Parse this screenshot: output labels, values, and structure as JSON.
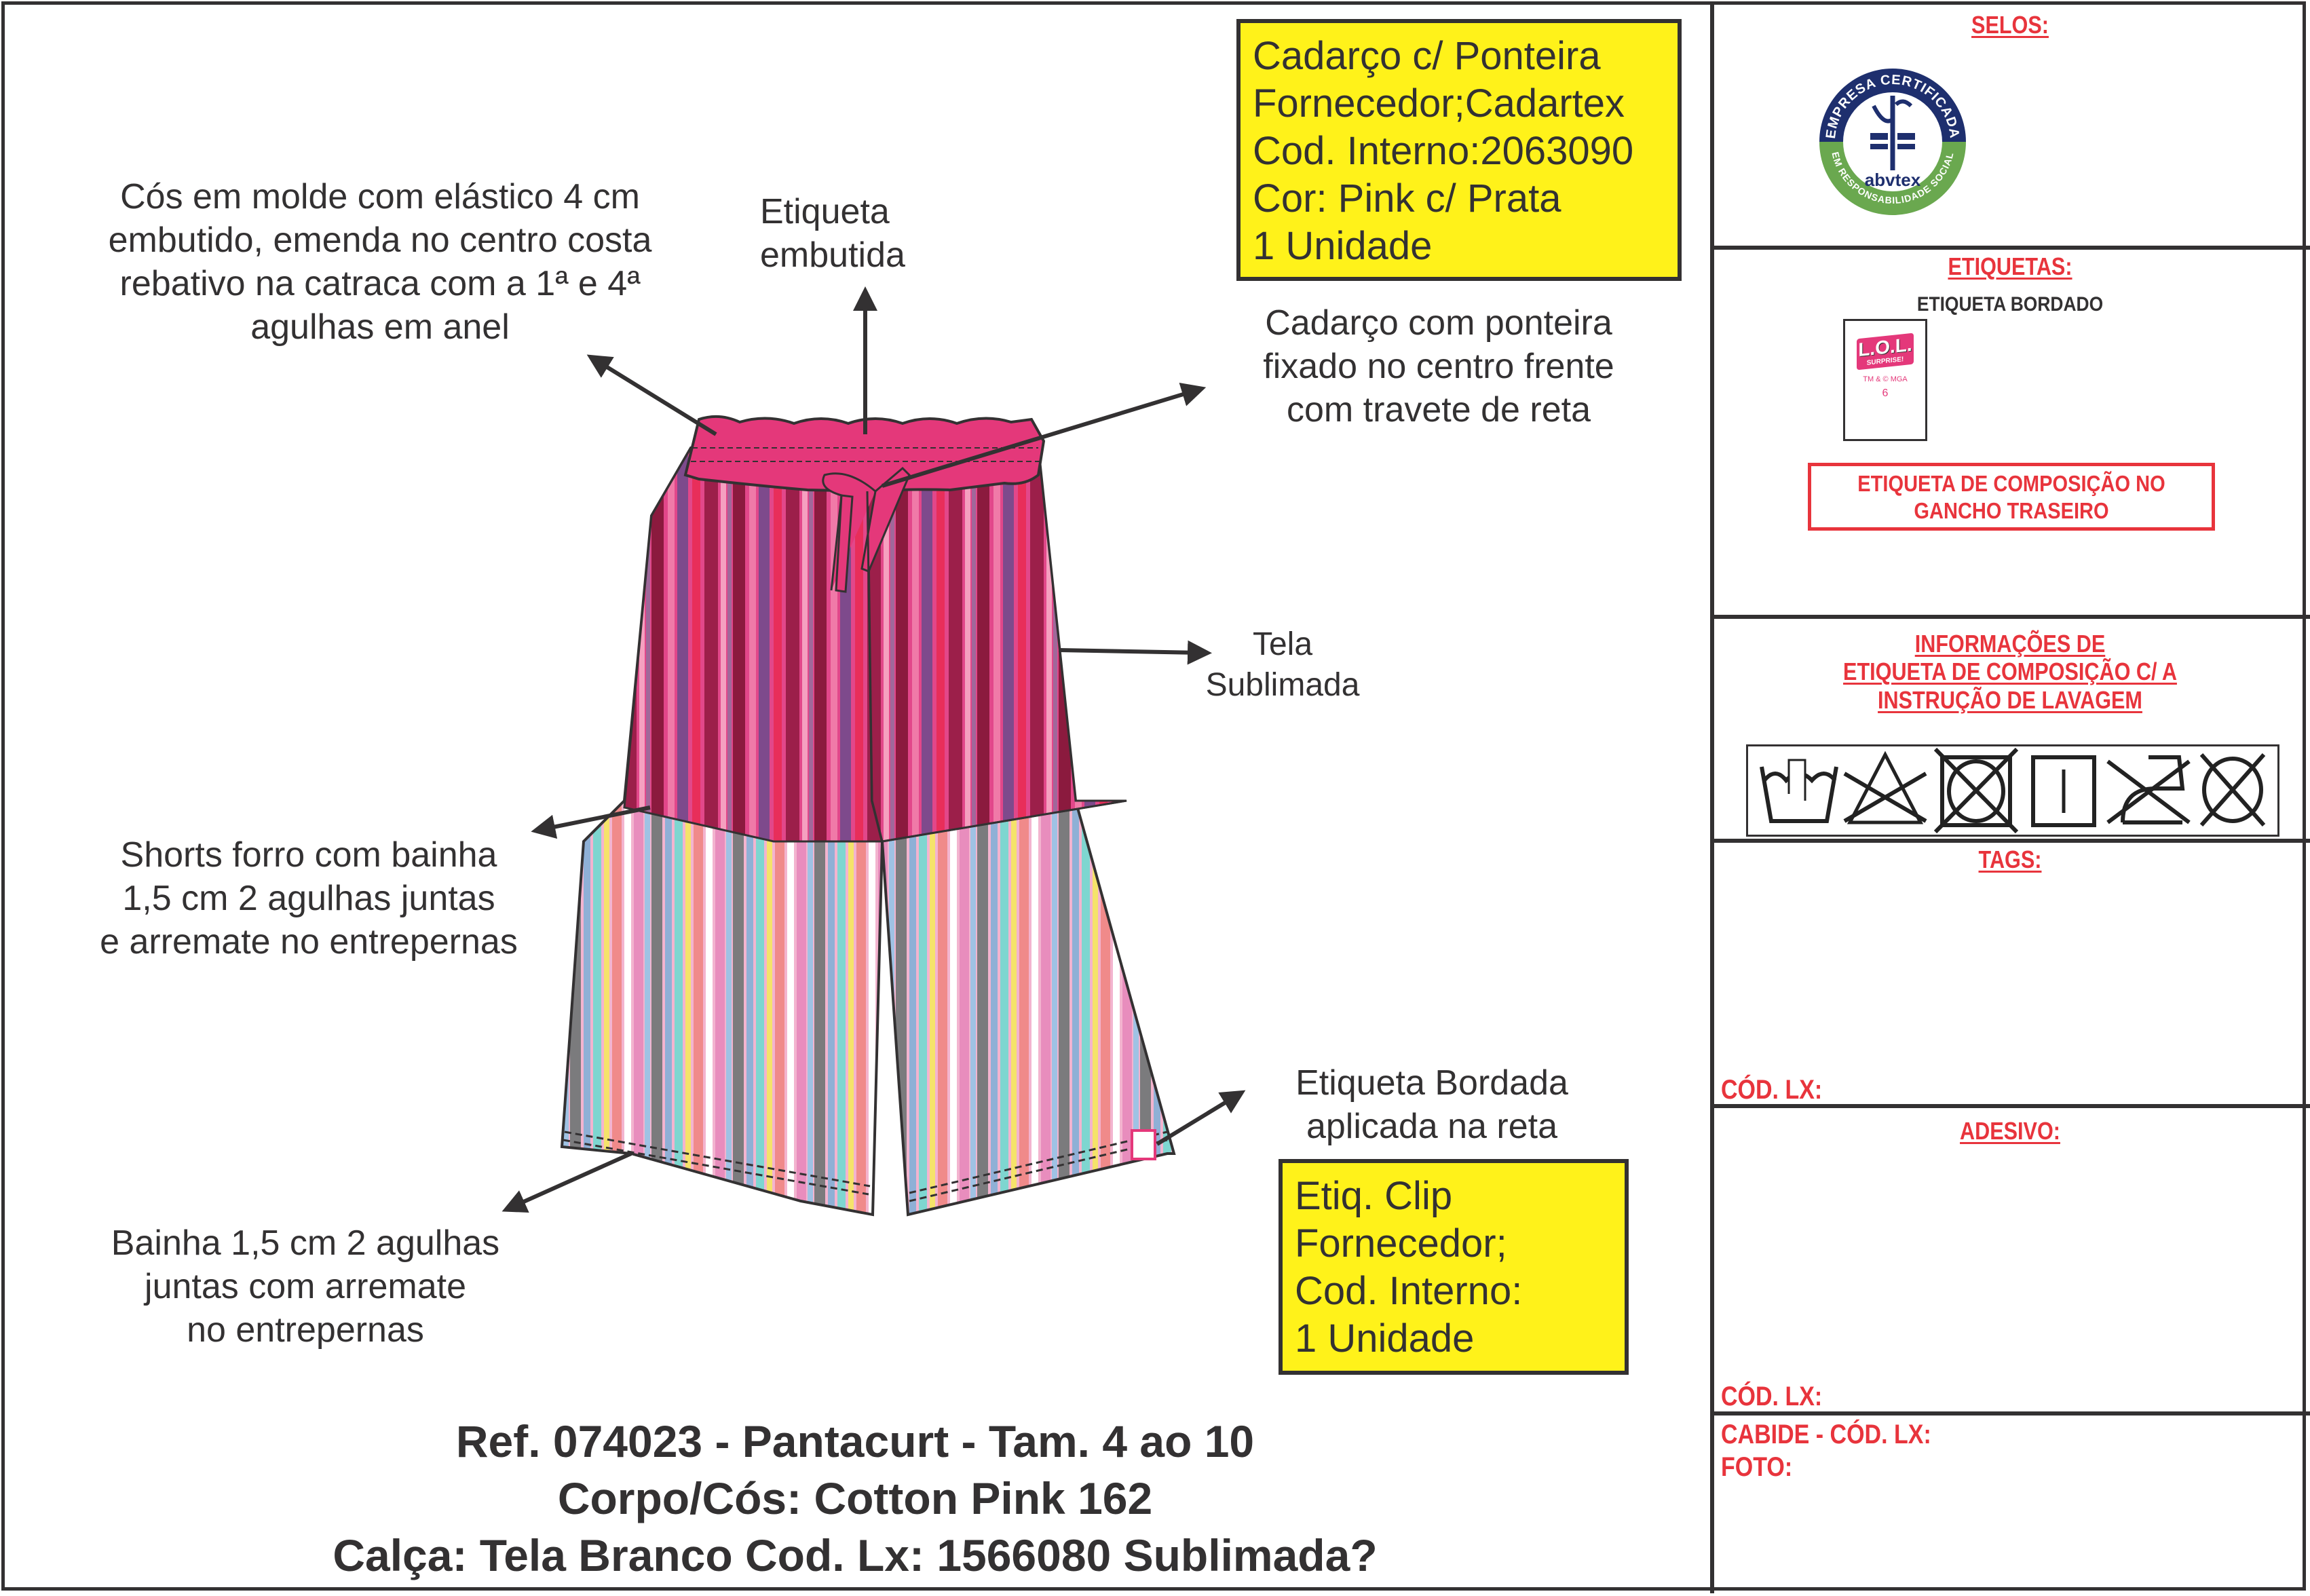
{
  "document": {
    "title_lines": [
      "Ref. 074023 - Pantacurt - Tam. 4 ao 10",
      "Corpo/Cós: Cotton Pink 162",
      "Calça: Tela Branco Cod. Lx: 1566080 Sublimada?"
    ]
  },
  "callouts": {
    "waistband": [
      "Cós em molde com elástico 4 cm",
      "embutido, emenda no centro costa",
      "rebativo na catraca com a 1ª e 4ª",
      "agulhas em anel"
    ],
    "label_inside": [
      "Etiqueta",
      "embutida"
    ],
    "drawstring": [
      "Cadarço com ponteira",
      "fixado no centro frente",
      "com travete de reta"
    ],
    "fabric": [
      "Tela",
      "Sublimada"
    ],
    "lining_shorts": [
      "Shorts forro com bainha",
      "1,5 cm 2 agulhas juntas",
      "e arremate no entrepernas"
    ],
    "hem": [
      "Bainha 1,5 cm 2 agulhas",
      "juntas com arremate",
      "no entrepernas"
    ],
    "embroidered_label": [
      "Etiqueta Bordada",
      "aplicada na reta"
    ]
  },
  "material_boxes": {
    "drawstring_box": [
      "Cadarço c/ Ponteira",
      "Fornecedor;Cadartex",
      "Cod. Interno:2063090",
      "Cor: Pink c/ Prata",
      "1 Unidade"
    ],
    "clip_box": [
      "Etiq. Clip",
      "Fornecedor;",
      "Cod. Interno:",
      "1 Unidade"
    ]
  },
  "sidebar": {
    "selos": {
      "title": "SELOS:",
      "seal": {
        "top_text": "EMPRESA CERTIFICADA",
        "brand": "abvtex",
        "bottom_text": "EM RESPONSABILIDADE SOCIAL"
      }
    },
    "etiquetas": {
      "title": "ETIQUETAS:",
      "subtitle": "ETIQUETA BORDADO",
      "label_logo": "L.O.L.",
      "label_logo_sub": "SURPRISE!",
      "label_trademark": "TM & © MGA",
      "label_size": "6",
      "composition_note": [
        "ETIQUETA DE COMPOSIÇÃO NO",
        "GANCHO TRASEIRO"
      ]
    },
    "informacoes": {
      "title_lines": [
        "INFORMAÇÕES DE",
        "ETIQUETA DE COMPOSIÇÃO C/ A",
        "INSTRUÇÃO DE LAVAGEM"
      ],
      "care_symbols": [
        "hand-wash",
        "do-not-bleach",
        "do-not-tumble-dry",
        "line-dry",
        "do-not-iron",
        "do-not-dry-clean"
      ]
    },
    "tags": {
      "title": "TAGS:",
      "code_label": "CÓD. LX:"
    },
    "adesivo": {
      "title": "ADESIVO:",
      "code_label": "CÓD. LX:"
    },
    "cabide": {
      "code_label": "CABIDE - CÓD. LX:",
      "photo_label": "FOTO:"
    }
  },
  "colors": {
    "accent_red": "#e8343c",
    "yellow_box": "#fff21a",
    "ink": "#333132",
    "waistband_pink": "#e4387a",
    "seal_navy": "#1e2f6e",
    "seal_green": "#6aa84f"
  }
}
